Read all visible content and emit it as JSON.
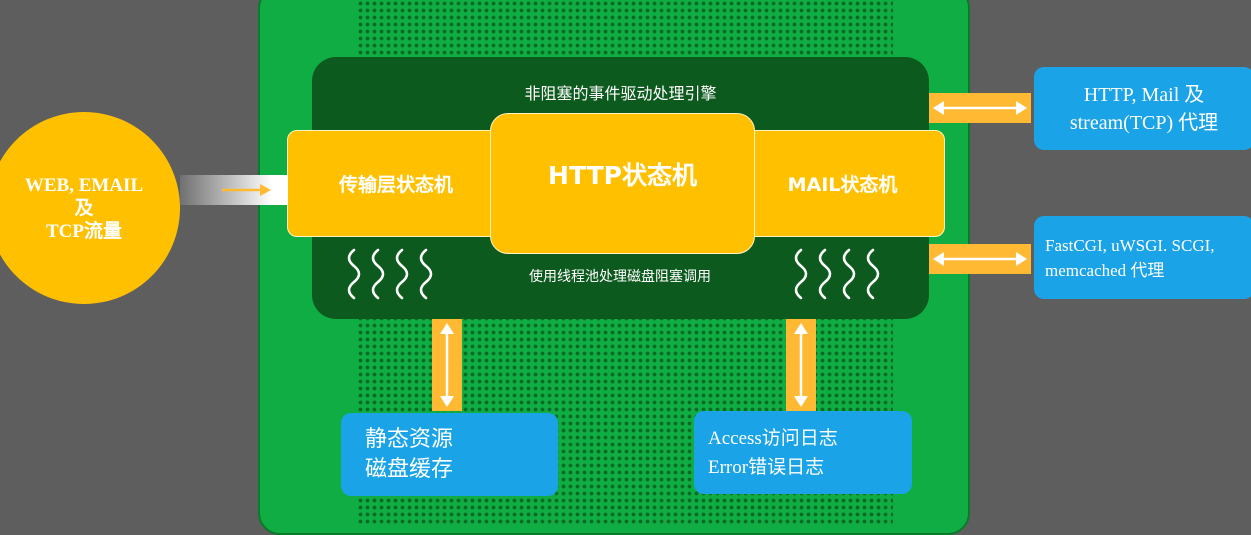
{
  "engine": {
    "title": "非阻塞的事件驱动处理引擎",
    "subtitle": "使用线程池处理磁盘阻塞调用"
  },
  "state_machines": {
    "transport": "传输层状态机",
    "http": "HTTP状态机",
    "mail": "MAIL状态机"
  },
  "traffic": {
    "line1": "WEB, EMAIL",
    "line2": "及",
    "line3": "TCP流量"
  },
  "proxies": {
    "http_line1": "HTTP, Mail 及",
    "http_line2": "stream(TCP) 代理",
    "fcgi_line1": "FastCGI, uWSGI. SCGI,",
    "fcgi_line2": "memcached 代理"
  },
  "storage": {
    "static_line1": "静态资源",
    "static_line2": "磁盘缓存",
    "log_line1": "Access访问日志",
    "log_line2": "Error错误日志"
  },
  "colors": {
    "board_green": "#0fad43",
    "engine_dark_green": "#0d5a1e",
    "state_machine_yellow": "#ffc000",
    "box_blue": "#1ba3e8",
    "arrow_orange": "#ffb933",
    "background_gray": "#5e5e5e"
  },
  "icons": {
    "waves_left": "wavy-lines-icon",
    "waves_right": "wavy-lines-icon",
    "arrows": "double-arrow-icon"
  }
}
